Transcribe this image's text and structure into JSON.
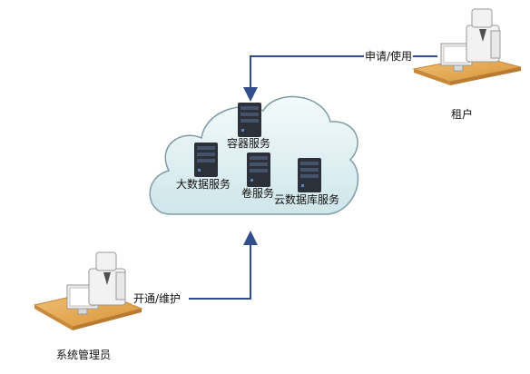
{
  "nodes": {
    "tenant": {
      "label": "租户"
    },
    "admin": {
      "label": "系统管理员"
    },
    "cloud": {
      "services": [
        {
          "label": "容器服务"
        },
        {
          "label": "大数据服务"
        },
        {
          "label": "卷服务"
        },
        {
          "label": "云数据库服务"
        }
      ]
    }
  },
  "edges": {
    "tenant_to_cloud": {
      "label": "申请/使用"
    },
    "admin_to_cloud": {
      "label": "开通/维护"
    }
  },
  "colors": {
    "connector": "#334e8c",
    "cloud_fill": "#d8ecef",
    "cloud_stroke": "#6f8e96",
    "desk": "#e2a64e",
    "person": "#f2f2f2",
    "server": "#2b3039"
  }
}
